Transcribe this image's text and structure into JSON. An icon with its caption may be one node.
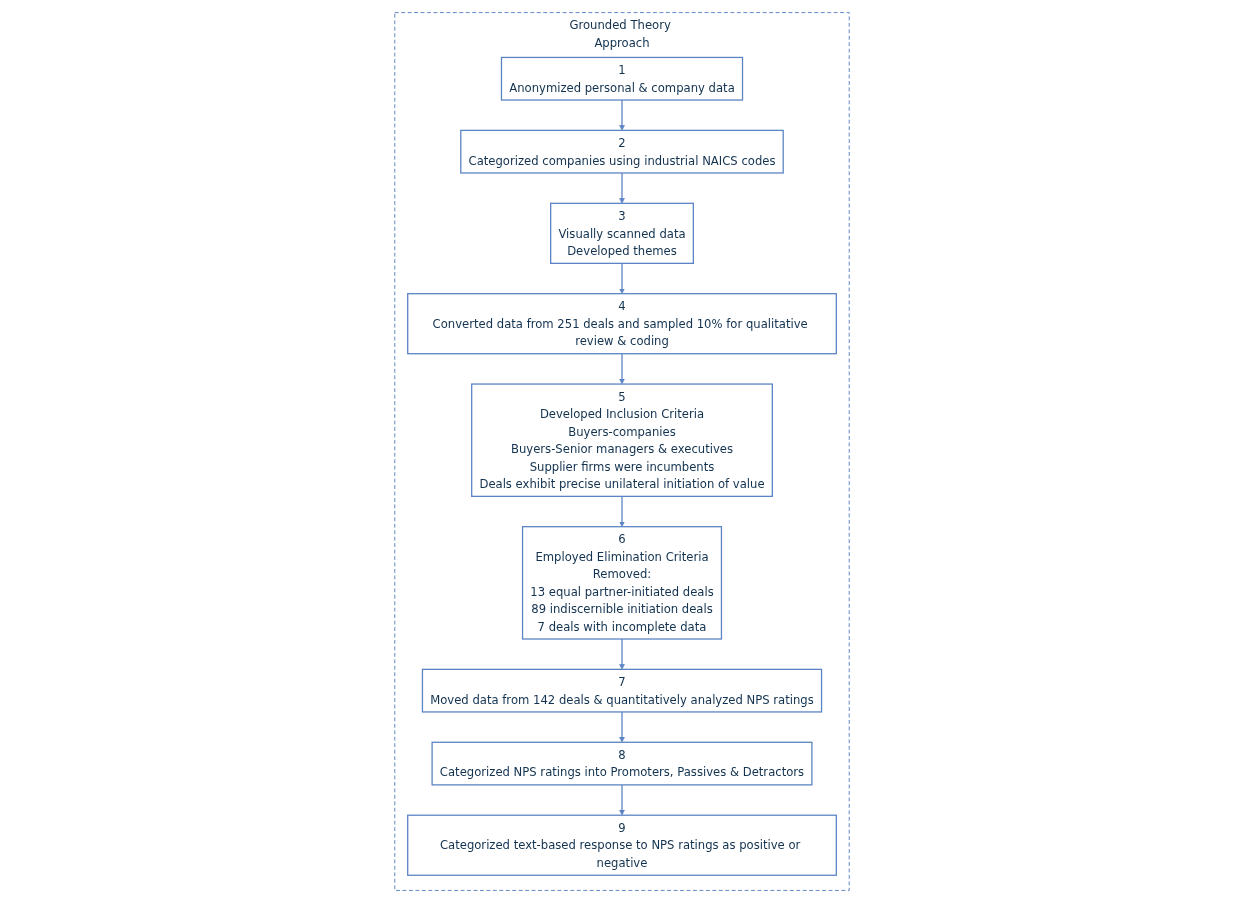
{
  "diagram": {
    "nodes": [
      {
        "text": [
          "Grounded Theory Approach"
        ]
      },
      {
        "text": [
          "1",
          "Anonymized personal & company data"
        ],
        "in": 0
      },
      {
        "text": [
          "2",
          "Categorized companies using industrial NAICS codes"
        ],
        "in": 0
      },
      {
        "text": [
          "3",
          "Visually scanned data",
          "Developed themes"
        ],
        "in": 0
      },
      {
        "text": [
          "4",
          "Converted data from 251 deals and sampled 10% for qualitative review & coding"
        ],
        "in": 0
      },
      {
        "text": [
          "5",
          "Developed Inclusion Criteria",
          "Buyers-companies",
          "Buyers-Senior managers & executives",
          "Supplier firms were incumbents",
          "Deals exhibit precise unilateral initiation of value"
        ],
        "in": 0
      },
      {
        "text": [
          "6",
          "Employed Elimination Criteria",
          "Removed:",
          "13 equal partner-initiated deals",
          "89 indiscernible initiation deals",
          "7 deals with incomplete data"
        ],
        "in": 0
      },
      {
        "text": [
          "7",
          "Moved data from 142 deals & quantitatively analyzed NPS ratings"
        ],
        "in": 0
      },
      {
        "text": [
          "8",
          "Categorized NPS ratings into Promoters, Passives & Detractors"
        ],
        "in": 0
      },
      {
        "text": [
          "9",
          "Categorized text-based response to NPS ratings as positive or negative"
        ],
        "in": 0
      }
    ],
    "edges": [
      {
        "from": 1,
        "to": 2,
        "arrow": "to"
      },
      {
        "from": 2,
        "to": 3,
        "arrow": "to"
      },
      {
        "from": 3,
        "to": 4,
        "arrow": "to"
      },
      {
        "from": 4,
        "to": 5,
        "arrow": "to"
      },
      {
        "from": 5,
        "to": 6,
        "arrow": "to"
      },
      {
        "from": 6,
        "to": 7,
        "arrow": "to"
      },
      {
        "from": 7,
        "to": 8,
        "arrow": "to"
      },
      {
        "from": 8,
        "to": 9,
        "arrow": "to"
      }
    ]
  }
}
